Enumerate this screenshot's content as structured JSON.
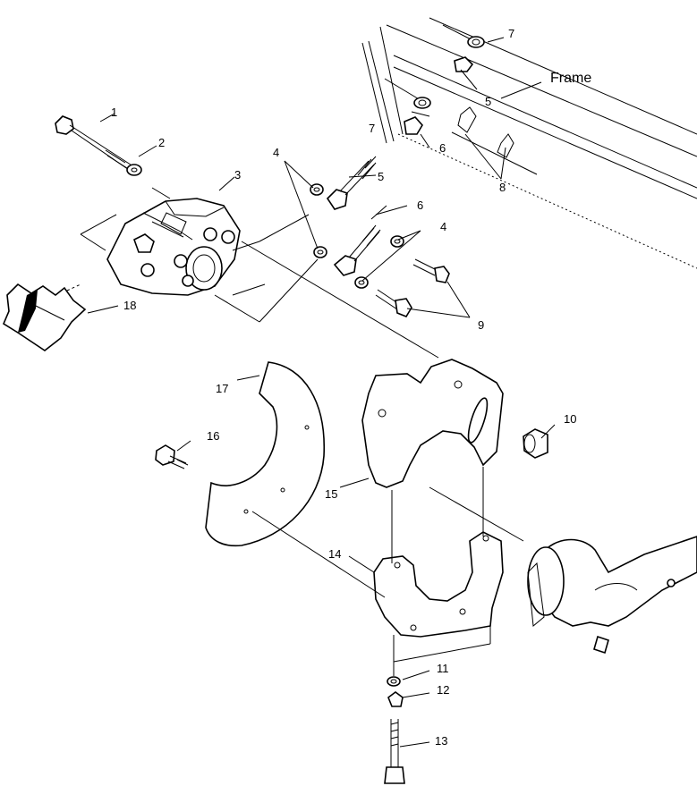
{
  "diagram": {
    "labels": {
      "l1": "1",
      "l2": "2",
      "l3": "3",
      "l4a": "4",
      "l4b": "4",
      "l5a": "5",
      "l5b": "5",
      "l6a": "6",
      "l6b": "6",
      "l7a": "7",
      "l7b": "7",
      "l8": "8",
      "l9": "9",
      "l10": "10",
      "l11": "11",
      "l12": "12",
      "l13": "13",
      "l14": "14",
      "l15": "15",
      "l16": "16",
      "l17": "17",
      "l18": "18",
      "frame": "Frame"
    }
  }
}
